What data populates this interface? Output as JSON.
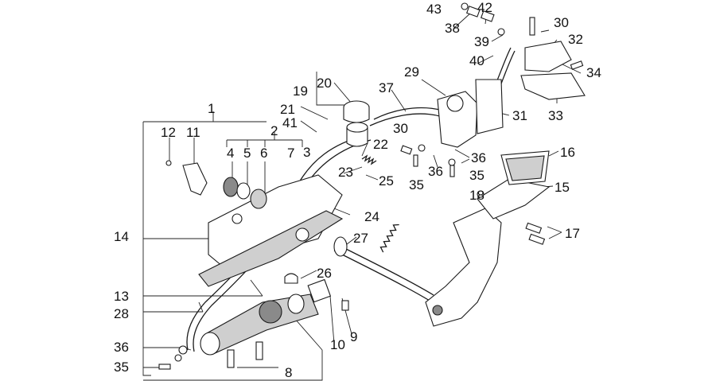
{
  "diagram": {
    "callouts": [
      {
        "id": "c1",
        "text": "1"
      },
      {
        "id": "c2",
        "text": "2"
      },
      {
        "id": "c3",
        "text": "3"
      },
      {
        "id": "c4",
        "text": "4"
      },
      {
        "id": "c5",
        "text": "5"
      },
      {
        "id": "c6",
        "text": "6"
      },
      {
        "id": "c7",
        "text": "7"
      },
      {
        "id": "c8",
        "text": "8"
      },
      {
        "id": "c9",
        "text": "9"
      },
      {
        "id": "c10",
        "text": "10"
      },
      {
        "id": "c11",
        "text": "11"
      },
      {
        "id": "c12",
        "text": "12"
      },
      {
        "id": "c13",
        "text": "13"
      },
      {
        "id": "c14",
        "text": "14"
      },
      {
        "id": "c15",
        "text": "15"
      },
      {
        "id": "c16",
        "text": "16"
      },
      {
        "id": "c17",
        "text": "17"
      },
      {
        "id": "c18",
        "text": "18"
      },
      {
        "id": "c19",
        "text": "19"
      },
      {
        "id": "c20",
        "text": "20"
      },
      {
        "id": "c21",
        "text": "21"
      },
      {
        "id": "c22",
        "text": "22"
      },
      {
        "id": "c23",
        "text": "23"
      },
      {
        "id": "c24",
        "text": "24"
      },
      {
        "id": "c25",
        "text": "25"
      },
      {
        "id": "c26",
        "text": "26"
      },
      {
        "id": "c27",
        "text": "27"
      },
      {
        "id": "c28",
        "text": "28"
      },
      {
        "id": "c29",
        "text": "29"
      },
      {
        "id": "c30a",
        "text": "30"
      },
      {
        "id": "c30b",
        "text": "30"
      },
      {
        "id": "c31",
        "text": "31"
      },
      {
        "id": "c32",
        "text": "32"
      },
      {
        "id": "c33",
        "text": "33"
      },
      {
        "id": "c34",
        "text": "34"
      },
      {
        "id": "c35a",
        "text": "35"
      },
      {
        "id": "c35b",
        "text": "35"
      },
      {
        "id": "c35c",
        "text": "35"
      },
      {
        "id": "c36a",
        "text": "36"
      },
      {
        "id": "c36b",
        "text": "36"
      },
      {
        "id": "c36c",
        "text": "36"
      },
      {
        "id": "c37",
        "text": "37"
      },
      {
        "id": "c38",
        "text": "38"
      },
      {
        "id": "c39",
        "text": "39"
      },
      {
        "id": "c40",
        "text": "40"
      },
      {
        "id": "c41",
        "text": "41"
      },
      {
        "id": "c42",
        "text": "42"
      },
      {
        "id": "c43",
        "text": "43"
      }
    ]
  }
}
